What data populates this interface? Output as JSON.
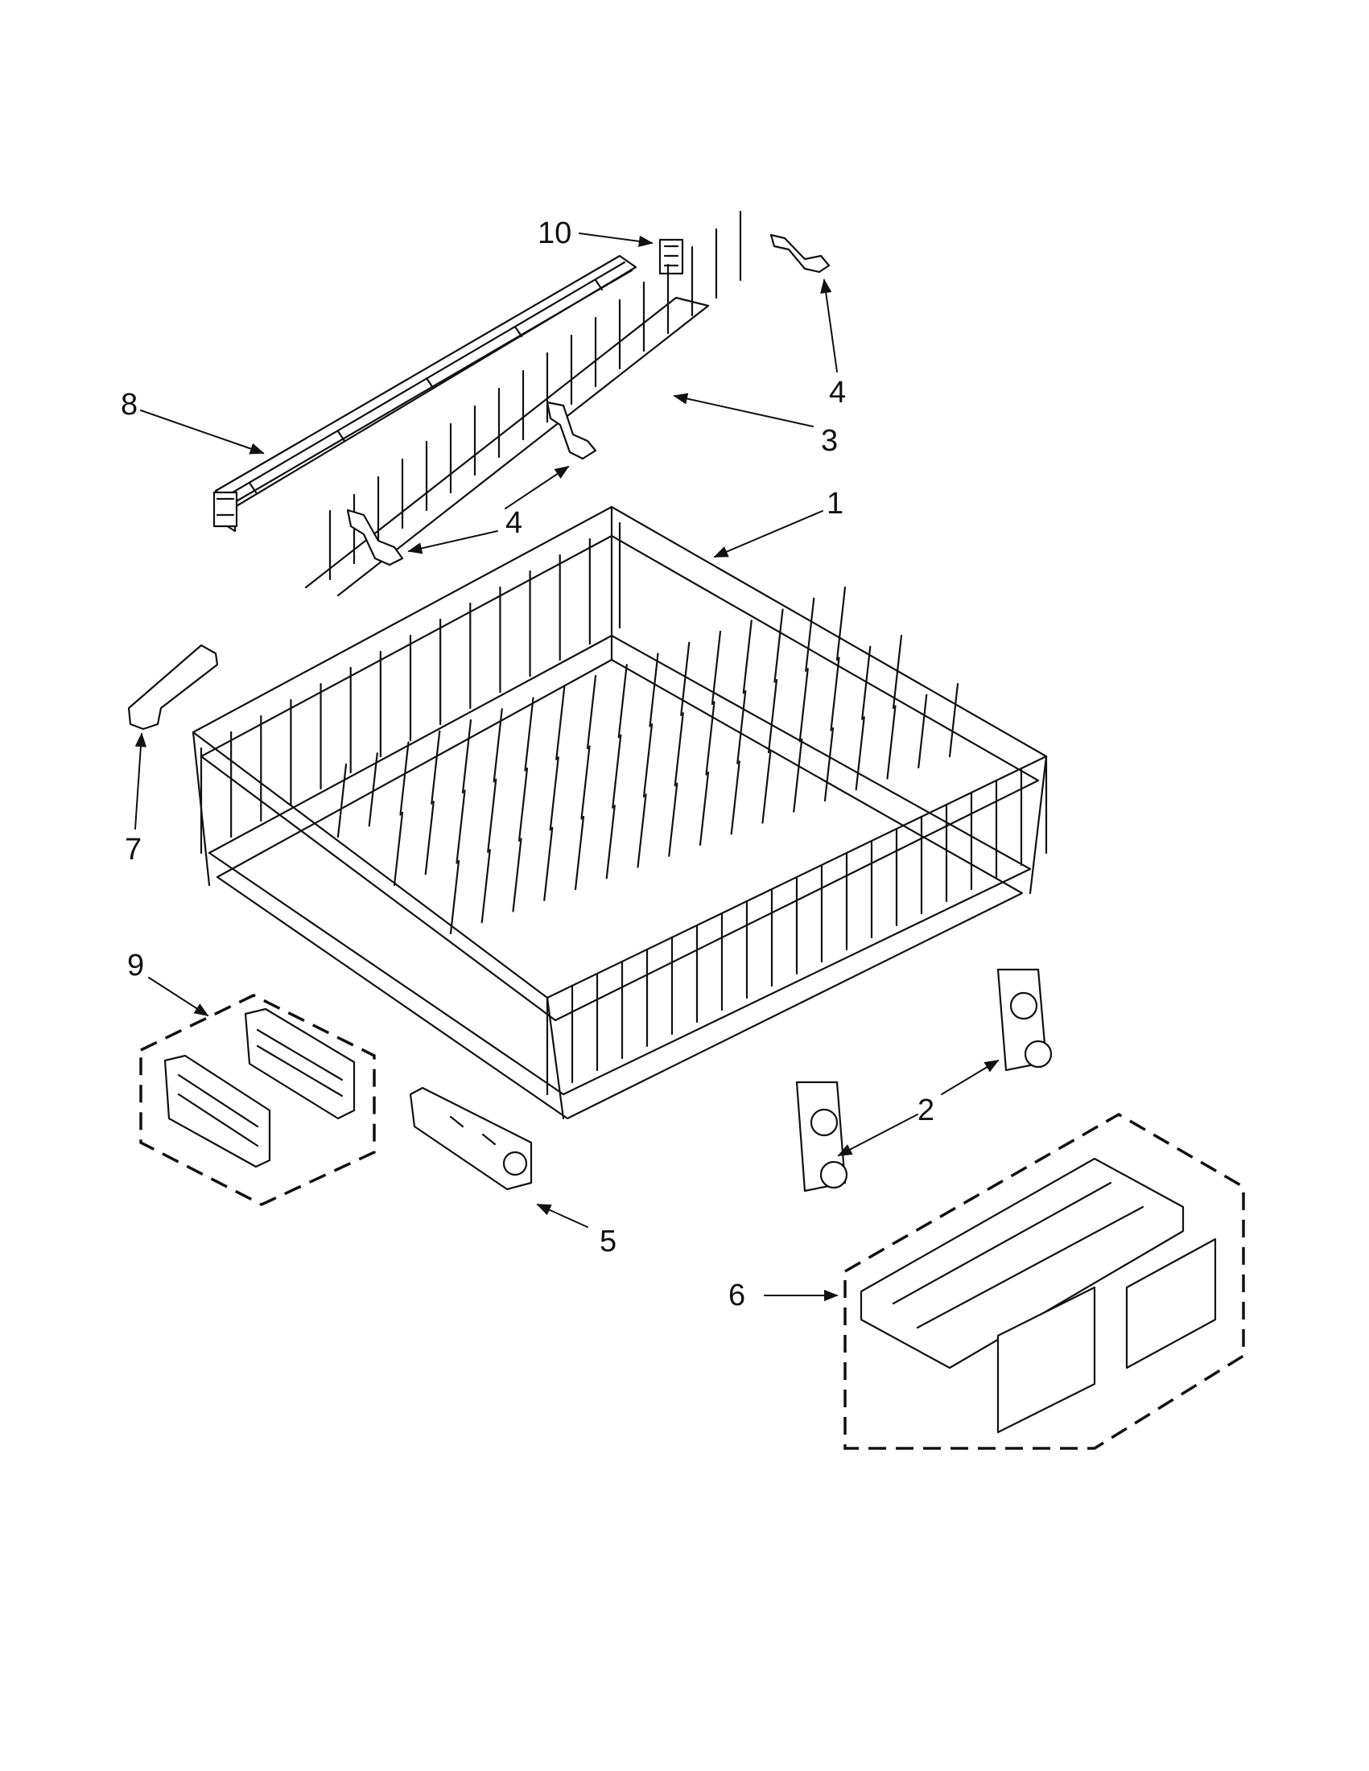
{
  "diagram": {
    "callouts": {
      "c1": "1",
      "c2": "2",
      "c3": "3",
      "c4a": "4",
      "c4b": "4",
      "c5": "5",
      "c6": "6",
      "c7": "7",
      "c8": "8",
      "c9": "9",
      "c10": "10"
    },
    "colors": {
      "line": "#111111",
      "background": "#ffffff"
    }
  }
}
